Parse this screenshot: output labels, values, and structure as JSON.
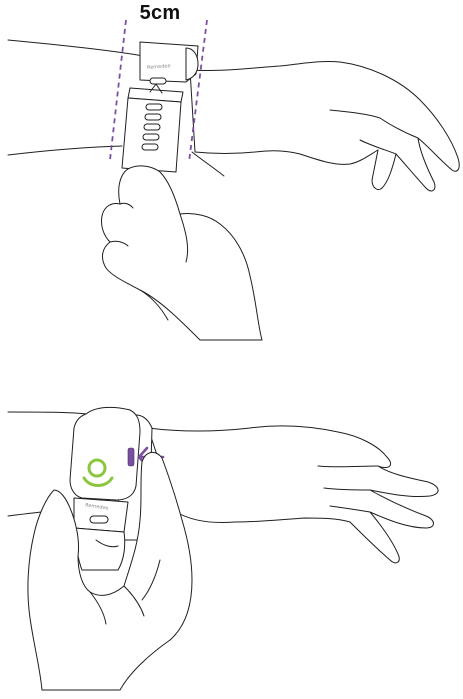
{
  "top_panel": {
    "measurement_label": "5cm",
    "band_brand_text": "Remedee",
    "guide_color": "#7b4fa0"
  },
  "bottom_panel": {
    "band_brand_text": "Remedee",
    "logo_color": "#8cc63f",
    "arrow_color": "#7b4fa0",
    "button_color": "#7b4fa0"
  }
}
